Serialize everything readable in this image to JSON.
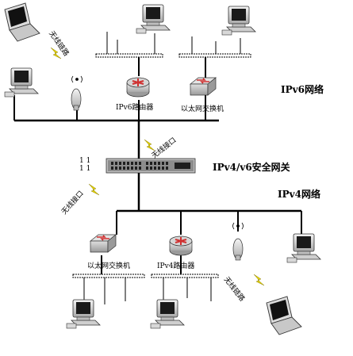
{
  "labels": {
    "ipv6_network": "IPv6网络",
    "ipv4_network": "IPv4网络",
    "gateway": "IPv4/v6安全网关",
    "ipv6_router": "IPv6路由器",
    "ipv6_switch": "以太网交换机",
    "ipv4_switch": "以太网交换机",
    "ipv4_router": "IPv4路由器",
    "wireless_link_top": "无线链路",
    "wireless_link_bottom": "无线链路",
    "wireless_port_top": "无线接口",
    "wireless_port_left": "无线接口"
  },
  "gateway_port_marks": [
    "1 1",
    "1 1"
  ],
  "colors": {
    "line": "#000000",
    "router_red": "#d03030",
    "bolt": "#e8d800",
    "device_gray": "#c8c8c8"
  }
}
